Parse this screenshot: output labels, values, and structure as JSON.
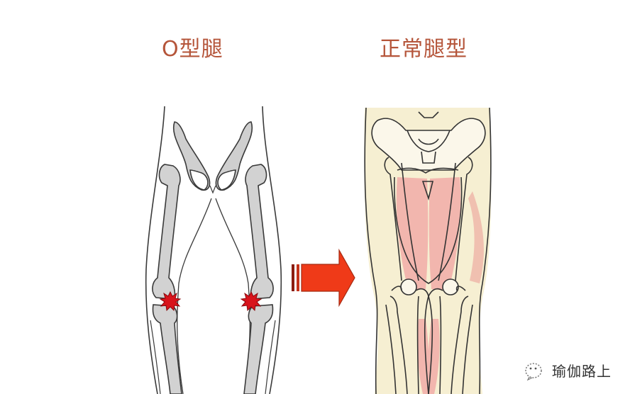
{
  "titles": {
    "left": "O型腿",
    "right": "正常腿型"
  },
  "figures": {
    "left": {
      "label": "bow-legs-skeleton",
      "marker_color": "#d8141c",
      "bone_color": "#c9c9c9"
    },
    "right": {
      "label": "normal-legs-skeleton",
      "muscle_color": "#f2b3ad",
      "skin_color": "#f5ecc8"
    }
  },
  "arrow": {
    "direction": "right",
    "color": "#ef3a18"
  },
  "watermark": {
    "icon": "wechat-icon",
    "text": "瑜伽路上"
  },
  "colors": {
    "title": "#b5553a",
    "outline": "#3a3a3a",
    "pain_marker": "#d8141c",
    "arrow": "#ef3a18"
  }
}
